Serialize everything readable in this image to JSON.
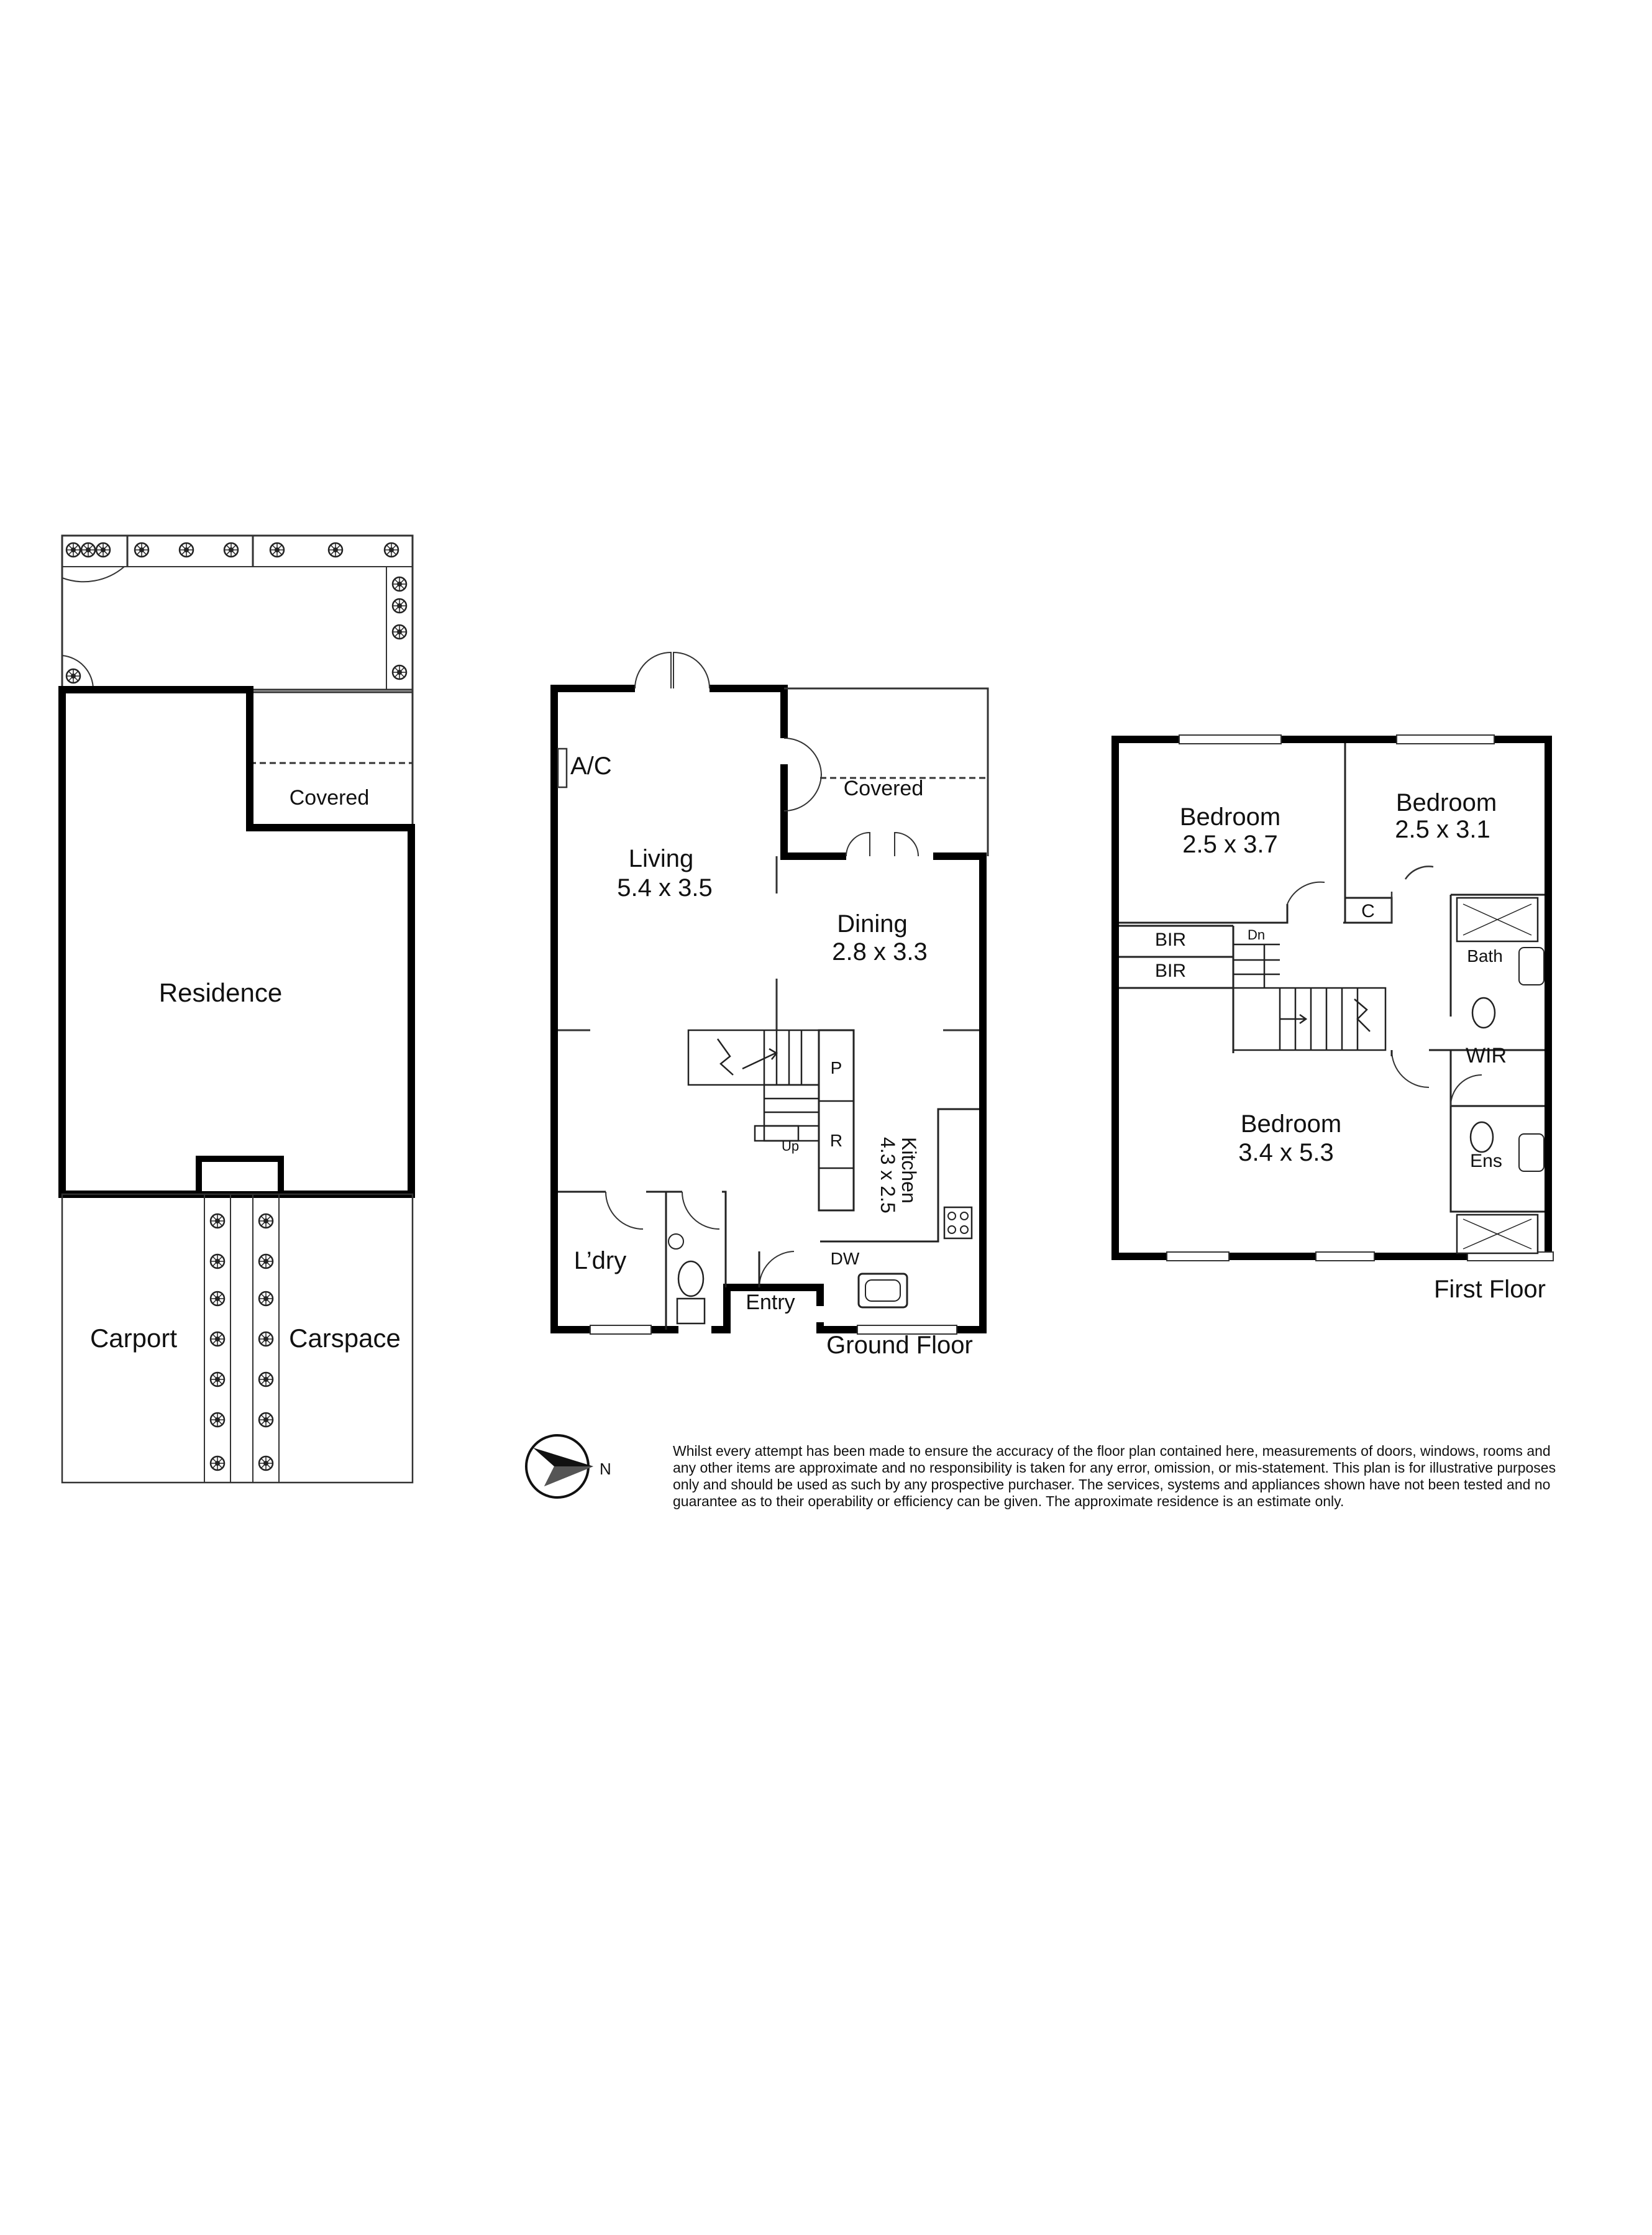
{
  "site": {
    "residence": "Residence",
    "covered": "Covered",
    "carport": "Carport",
    "carspace": "Carspace"
  },
  "ground_floor": {
    "title": "Ground Floor",
    "ac": "A/C",
    "covered": "Covered",
    "living_name": "Living",
    "living_size": "5.4 x 3.5",
    "dining_name": "Dining",
    "dining_size": "2.8 x 3.3",
    "kitchen_name": "Kitchen",
    "kitchen_size": "4.3 x 2.5",
    "pantry": "P",
    "fridge": "R",
    "up": "Up",
    "laundry": "L’dry",
    "entry": "Entry",
    "dishwasher": "DW"
  },
  "first_floor": {
    "title": "First Floor",
    "bedroom1_name": "Bedroom",
    "bedroom1_size": "2.5 x 3.7",
    "bedroom2_name": "Bedroom",
    "bedroom2_size": "2.5 x 3.1",
    "bedroom3_name": "Bedroom",
    "bedroom3_size": "3.4 x 5.3",
    "bir1": "BIR",
    "bir2": "BIR",
    "dn": "Dn",
    "cupboard": "C",
    "bath": "Bath",
    "wir": "WIR",
    "ensuite": "Ens"
  },
  "compass": {
    "label": "N"
  },
  "disclaimer": "Whilst every attempt has been made to ensure the accuracy of the floor plan contained here, measurements of doors, windows, rooms and any other items are approximate and no responsibility is taken for any error, omission, or mis-statement.  This plan is for illustrative purposes only and should be used as such by any prospective purchaser.  The services, systems and appliances shown have not been tested and no guarantee as to their operability or efficiency can be given.  The approximate residence is an estimate only."
}
